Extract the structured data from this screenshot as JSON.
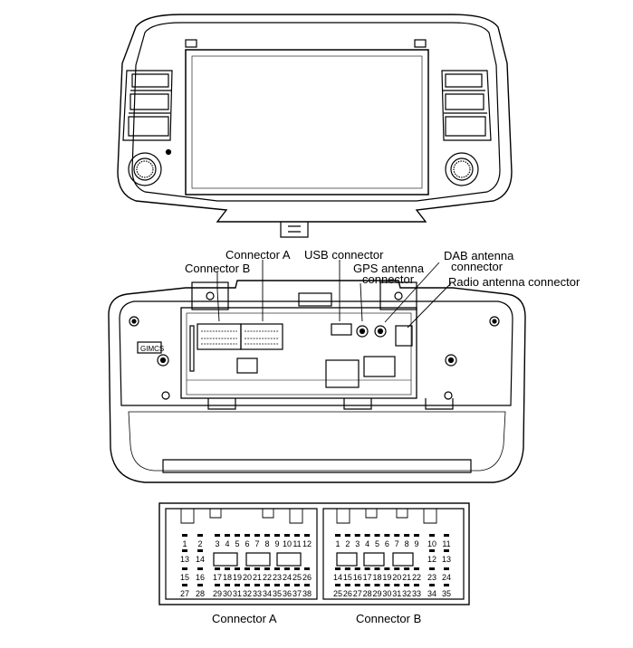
{
  "callouts": {
    "connector_a": "Connector A",
    "connector_b": "Connector B",
    "usb": "USB connector",
    "gps_line1": "GPS antenna",
    "gps_line2": "connector",
    "dab_line1": "DAB antenna",
    "dab_line2": "connector",
    "radio": "Radio antenna connector"
  },
  "unit_marks": {
    "side_label": "GIMCS"
  },
  "pinout": {
    "connector_a": {
      "caption": "Connector A",
      "rows": [
        [
          "1",
          "2",
          "3",
          "4",
          "5",
          "6",
          "7",
          "8",
          "9",
          "10",
          "11",
          "12"
        ],
        [
          "13",
          "14"
        ],
        [
          "15",
          "16",
          "17",
          "18",
          "19",
          "20",
          "21",
          "22",
          "23",
          "24",
          "25",
          "26"
        ],
        [
          "27",
          "28",
          "29",
          "30",
          "31",
          "32",
          "33",
          "34",
          "35",
          "36",
          "37",
          "38"
        ]
      ]
    },
    "connector_b": {
      "caption": "Connector B",
      "rows": [
        [
          "1",
          "2",
          "3",
          "4",
          "5",
          "6",
          "7",
          "8",
          "9",
          "10",
          "11"
        ],
        [
          "12",
          "13"
        ],
        [
          "14",
          "15",
          "16",
          "17",
          "18",
          "19",
          "20",
          "21",
          "22",
          "23",
          "24"
        ],
        [
          "25",
          "26",
          "27",
          "28",
          "29",
          "30",
          "31",
          "32",
          "33",
          "34",
          "35"
        ]
      ]
    }
  }
}
